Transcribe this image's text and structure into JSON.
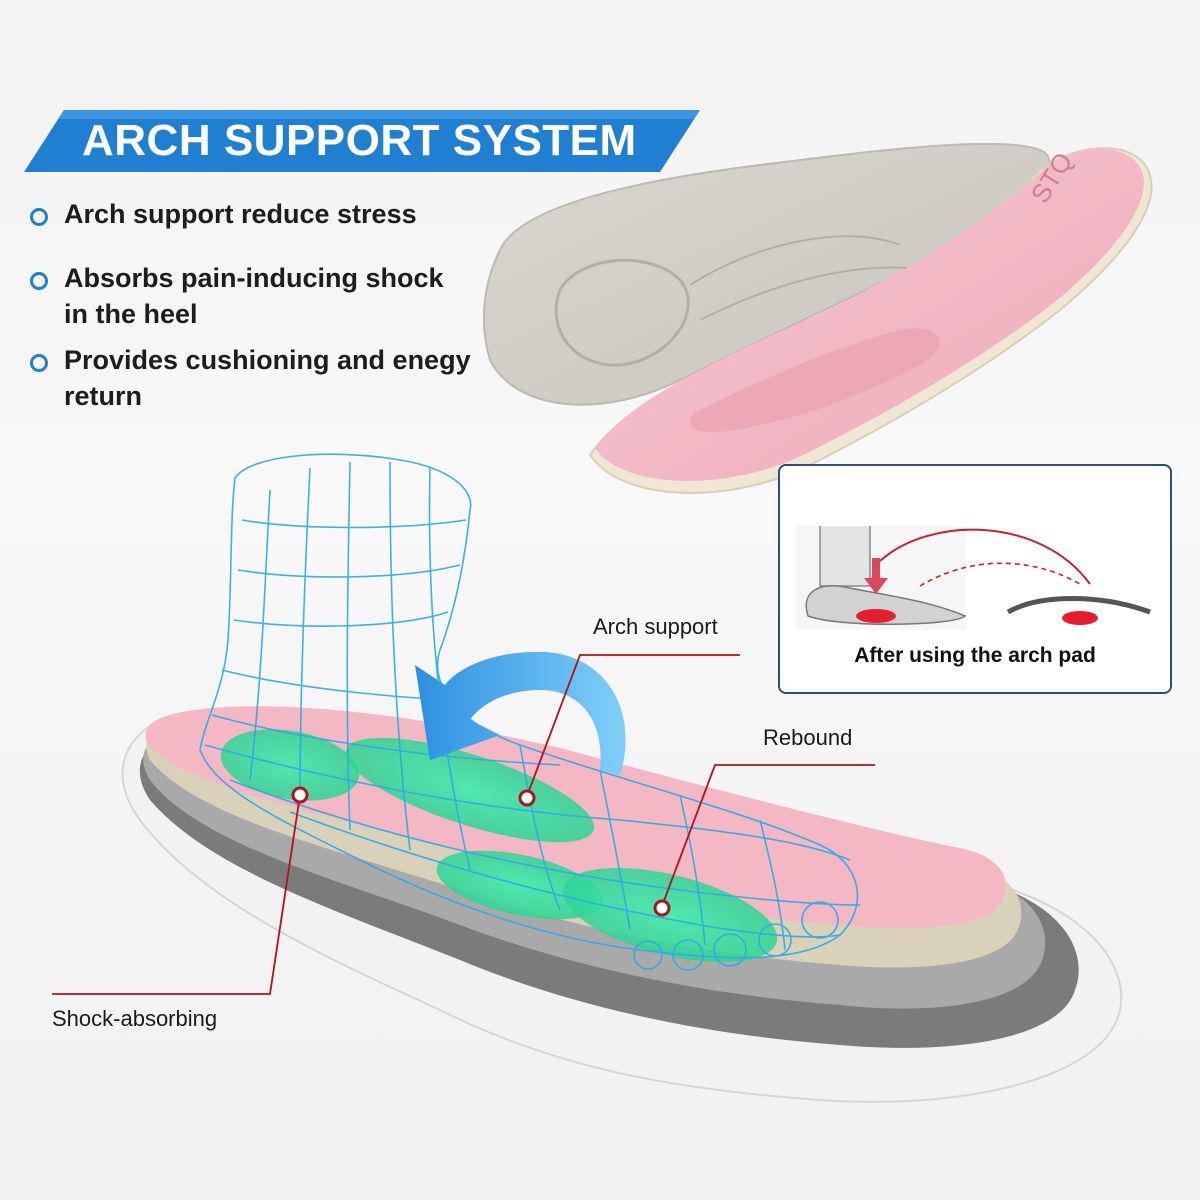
{
  "banner": {
    "title": "ARCH SUPPORT SYSTEM"
  },
  "bullets": [
    "Arch support reduce stress",
    "Absorbs pain-inducing shock in the heel",
    "Provides cushioning and enegy return"
  ],
  "insole_logo": "STQ",
  "callouts": {
    "arch_support": "Arch support",
    "rebound": "Rebound",
    "shock_absorbing": "Shock-absorbing"
  },
  "inset": {
    "caption": "After using the arch pad"
  },
  "colors": {
    "banner_blue": "#1f7fd0",
    "insole_pink": "#f2b9c4",
    "mesh_blue": "#2aa8e8",
    "pad_green": "#3fe2a0",
    "callout_red": "#b0121b"
  }
}
